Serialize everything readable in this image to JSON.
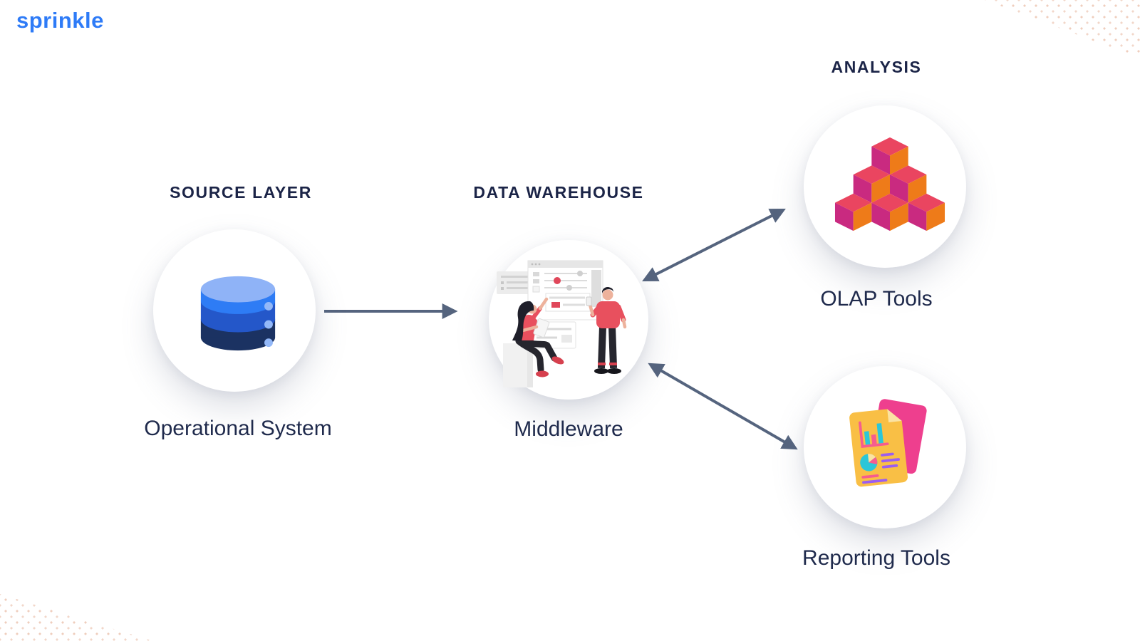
{
  "logo": {
    "text": "sprinkle",
    "color": "#2e7bf7"
  },
  "palette": {
    "heading_navy": "#1b2447",
    "label_navy": "#1f2a4c",
    "arrow_slate": "#55647e",
    "corner_dots_peach": "#e2a587",
    "db_blue_light": "#8fb3f7",
    "db_blue_bright": "#2e7cf5",
    "db_blue_mid": "#2457c9",
    "db_blue_dark": "#1b3262",
    "cube_red": "#ea4560",
    "cube_magenta": "#c92a80",
    "cube_orange": "#ee7b19",
    "doc_pink": "#ee3f8e",
    "doc_amber": "#f9bf45",
    "doc_fold": "#fbe3a3",
    "doc_teal": "#2cc6d8",
    "doc_purple": "#9b5df0",
    "illustration_red": "#e8505e"
  },
  "sections": {
    "source": {
      "heading": "SOURCE LAYER",
      "node": {
        "label": "Operational System",
        "icon": "database-icon"
      }
    },
    "warehouse": {
      "heading": "DATA WAREHOUSE",
      "node": {
        "label": "Middleware",
        "icon": "people-middleware-illustration"
      }
    },
    "analysis": {
      "heading": "ANALYSIS",
      "nodes": [
        {
          "label": "OLAP Tools",
          "icon": "olap-cubes-icon"
        },
        {
          "label": "Reporting Tools",
          "icon": "report-documents-icon"
        }
      ]
    }
  },
  "connections": [
    {
      "from": "Operational System",
      "to": "Middleware",
      "type": "one-way"
    },
    {
      "from": "Middleware",
      "to": "OLAP Tools",
      "type": "two-way"
    },
    {
      "from": "Middleware",
      "to": "Reporting Tools",
      "type": "two-way"
    }
  ]
}
